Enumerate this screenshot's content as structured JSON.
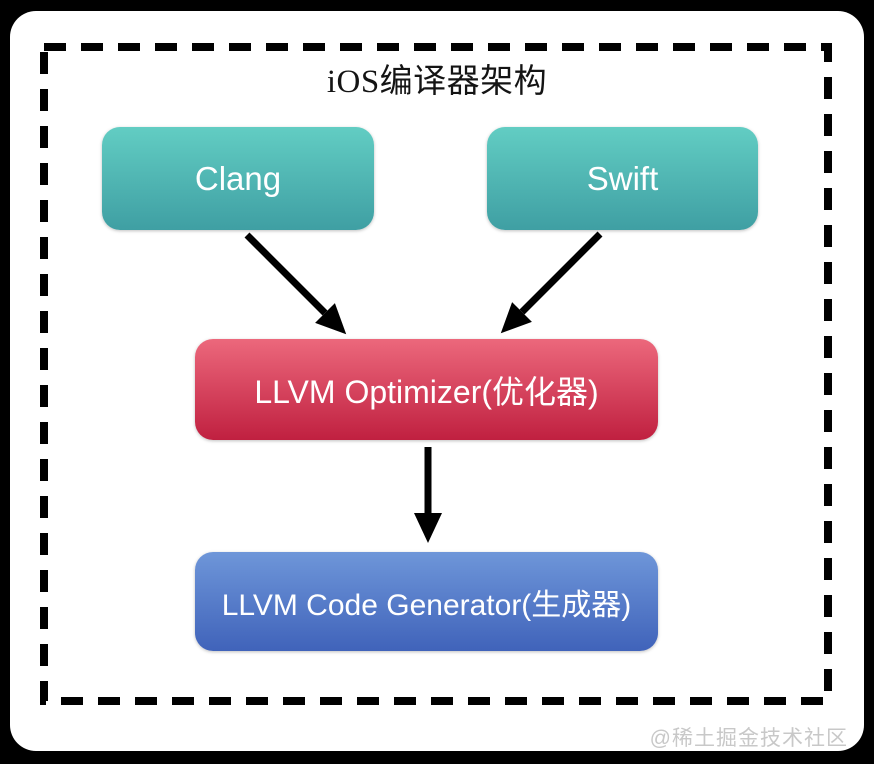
{
  "canvas": {
    "background": "#000000",
    "card_background": "#ffffff"
  },
  "diagram": {
    "title": "iOS编译器架构",
    "border_color": "#000000",
    "arrow_color": "#000000",
    "nodes": [
      {
        "id": "clang",
        "label": "Clang",
        "color_top": "#62CDC3",
        "color_bottom": "#3F9FA3",
        "text_color": "#ffffff"
      },
      {
        "id": "swift",
        "label": "Swift",
        "color_top": "#62CDC3",
        "color_bottom": "#3F9FA3",
        "text_color": "#ffffff"
      },
      {
        "id": "llvm-optimizer",
        "label": "LLVM Optimizer(优化器)",
        "color_top": "#EC687C",
        "color_bottom": "#C02040",
        "text_color": "#ffffff"
      },
      {
        "id": "llvm-code-generator",
        "label": "LLVM Code Generator(生成器)",
        "color_top": "#6E96D9",
        "color_bottom": "#4063BA",
        "text_color": "#ffffff"
      }
    ],
    "edges": [
      {
        "from": "Clang",
        "to": "LLVM Optimizer(优化器)"
      },
      {
        "from": "Swift",
        "to": "LLVM Optimizer(优化器)"
      },
      {
        "from": "LLVM Optimizer(优化器)",
        "to": "LLVM Code Generator(生成器)"
      }
    ]
  },
  "footer": {
    "watermark": "@稀土掘金技术社区",
    "color": "#C8C8C8"
  }
}
